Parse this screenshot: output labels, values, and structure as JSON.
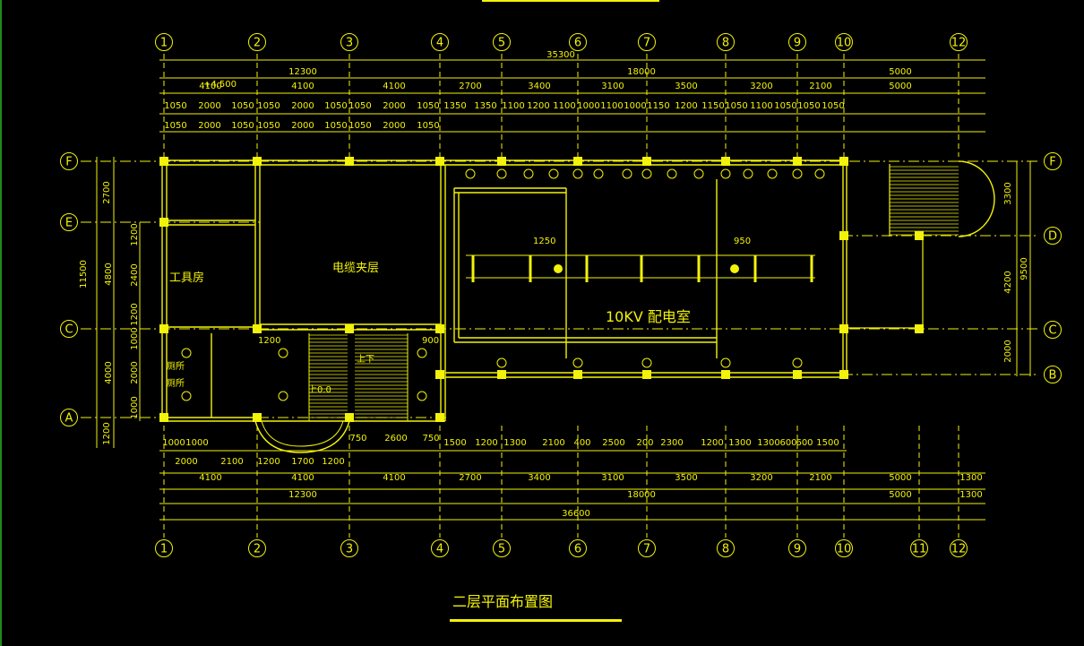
{
  "title": "二层平面布置图",
  "labels": {
    "level": "+4.500",
    "tool_room": "工具房",
    "cable_layer": "电缆夹层",
    "switch_room": "10KV 配电室",
    "toilet_1": "厕所",
    "toilet_2": "厕所",
    "stair_up": "上下",
    "stair_down": "上0.0",
    "d1250": "1250",
    "d950": "950",
    "d1200": "1200",
    "d900": "900"
  },
  "axes_top": [
    "1",
    "2",
    "3",
    "4",
    "5",
    "6",
    "7",
    "8",
    "9",
    "10",
    "12"
  ],
  "axes_bottom": [
    "1",
    "2",
    "3",
    "4",
    "5",
    "6",
    "7",
    "8",
    "9",
    "10",
    "11",
    "12"
  ],
  "axes_left": [
    "F",
    "E",
    "C",
    "A"
  ],
  "axes_right": [
    "F",
    "D",
    "C",
    "B"
  ],
  "dims_top_row1": [
    "35300"
  ],
  "dims_top_row2": [
    "12300",
    "18000",
    "5000"
  ],
  "dims_top_row3": [
    "4100",
    "4100",
    "4100",
    "2700",
    "3400",
    "3100",
    "3500",
    "3200",
    "2100",
    "5000"
  ],
  "dims_top_row4": [
    "1050",
    "2000",
    "1050",
    "1050",
    "2000",
    "1050",
    "1050",
    "2000",
    "1050",
    "1350",
    "1350",
    "1100",
    "1200",
    "1100",
    "1000",
    "1100",
    "1000",
    "1150",
    "1200",
    "1150",
    "1050",
    "1100",
    "1050",
    "1050",
    "1050"
  ],
  "dims_top_row5": [
    "1050",
    "2000",
    "1050",
    "1050",
    "2000",
    "1050",
    "1050",
    "2000",
    "1050"
  ],
  "dims_bottom_row1": [
    "1000",
    "1000",
    "1500",
    "1200",
    "1300",
    "2100",
    "400",
    "2500",
    "200",
    "2300",
    "1200",
    "1300",
    "1300",
    "600",
    "600",
    "1500"
  ],
  "dims_bottom_row1b": [
    "750",
    "2600",
    "750"
  ],
  "dims_bottom_row2": [
    "2000",
    "2100",
    "1200",
    "1700",
    "1200"
  ],
  "dims_bottom_row3": [
    "4100",
    "4100",
    "4100",
    "2700",
    "3400",
    "3100",
    "3500",
    "3200",
    "2100",
    "5000",
    "1300"
  ],
  "dims_bottom_row4": [
    "12300",
    "18000",
    "5000",
    "1300"
  ],
  "dims_bottom_row5": [
    "36600"
  ],
  "dims_left_outer": [
    "2700",
    "11500",
    "1200"
  ],
  "dims_left_inner": [
    "4800",
    "4000"
  ],
  "dims_left_small": [
    "1200",
    "2400",
    "1200",
    "1000",
    "2000",
    "1000"
  ],
  "dims_right_inner": [
    "3300",
    "4200",
    "2000"
  ],
  "dims_right_outer": [
    "9500"
  ],
  "colors": {
    "line": "#f2f20a",
    "background": "#000000",
    "edge": "#1f8a1f"
  }
}
